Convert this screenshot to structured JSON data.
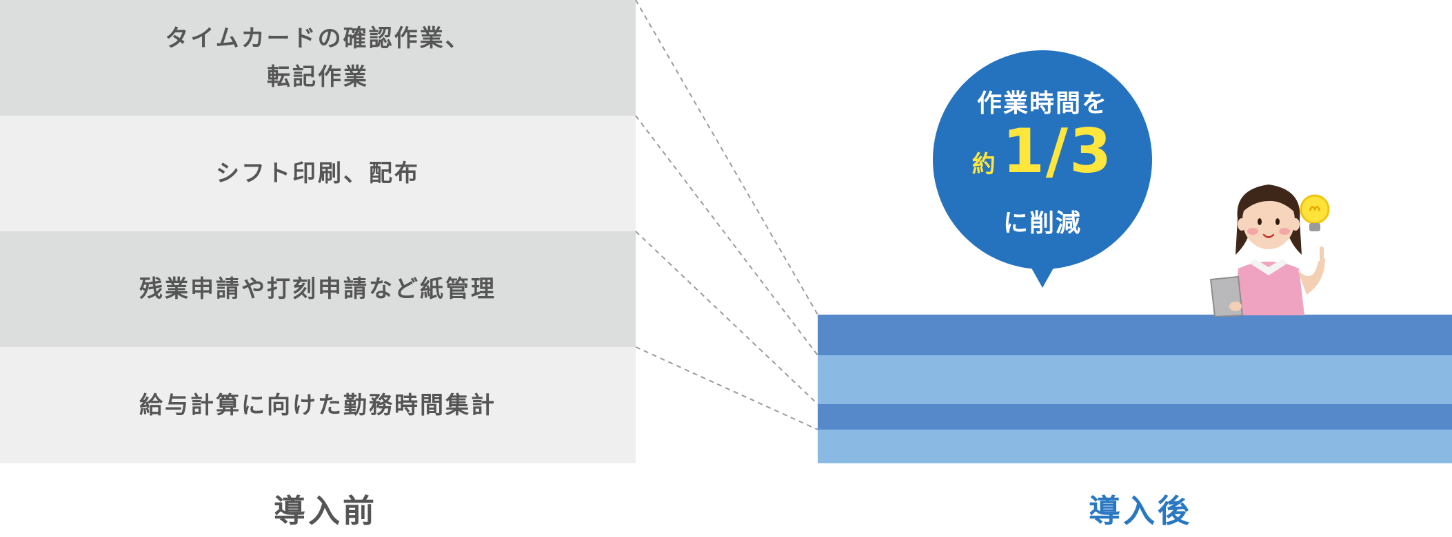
{
  "before": {
    "items": [
      {
        "text": "タイムカードの確認作業、\n転記作業"
      },
      {
        "text": "シフト印刷、配布"
      },
      {
        "text": "残業申請や打刻申請など紙管理"
      },
      {
        "text": "給与計算に向けた勤務時間集計"
      }
    ],
    "caption": "導入前"
  },
  "after": {
    "caption": "導入後",
    "bubble": {
      "top": "作業時間を",
      "approx": "約",
      "value": "1/3",
      "bottom": "に削減"
    }
  },
  "colors": {
    "row_dark": "#dcdddd",
    "row_light": "#efefef",
    "band_dark": "#5589c9",
    "band_light": "#8ab9e4",
    "bubble": "#2573bf",
    "highlight": "#ffe63c",
    "caption_after": "#2a78c2",
    "text_gray": "#555555"
  }
}
